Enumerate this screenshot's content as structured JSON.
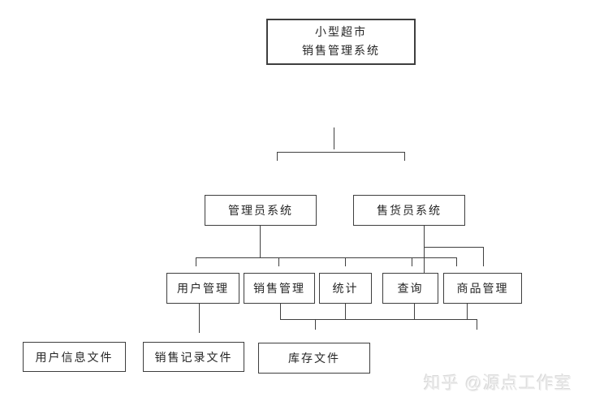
{
  "watermark": {
    "text": "知乎 @源点工作室"
  },
  "diagram": {
    "line_color": "#404040",
    "nodes": {
      "root": {
        "line1": "小型超市",
        "line2": "销售管理系统"
      },
      "admin": {
        "label": "管理员系统"
      },
      "seller": {
        "label": "售货员系统"
      },
      "user_mgmt": {
        "label": "用户管理"
      },
      "sales_mgmt": {
        "label": "销售管理"
      },
      "stats": {
        "label": "统计"
      },
      "query": {
        "label": "查询"
      },
      "product_mgmt": {
        "label": "商品管理"
      },
      "user_info_file": {
        "label": "用户信息文件"
      },
      "sales_record_file": {
        "label": "销售记录文件"
      },
      "inventory_file": {
        "label": "库存文件"
      }
    },
    "edges": [
      {
        "from": "root",
        "to": "admin"
      },
      {
        "from": "root",
        "to": "seller"
      },
      {
        "from": "admin",
        "to": "user_mgmt"
      },
      {
        "from": "admin",
        "to": "sales_mgmt"
      },
      {
        "from": "admin",
        "to": "stats"
      },
      {
        "from": "admin",
        "to": "query"
      },
      {
        "from": "admin",
        "to": "product_mgmt"
      },
      {
        "from": "seller",
        "to": "query"
      },
      {
        "from": "seller",
        "to": "product_mgmt"
      },
      {
        "from": "user_mgmt",
        "to": "user_info_file"
      },
      {
        "from": "sales_mgmt",
        "to": "sales_record_file"
      },
      {
        "from": "sales_mgmt",
        "to": "inventory_file"
      },
      {
        "from": "stats",
        "to": "inventory_file"
      },
      {
        "from": "query",
        "to": "inventory_file"
      },
      {
        "from": "product_mgmt",
        "to": "inventory_file"
      }
    ]
  }
}
